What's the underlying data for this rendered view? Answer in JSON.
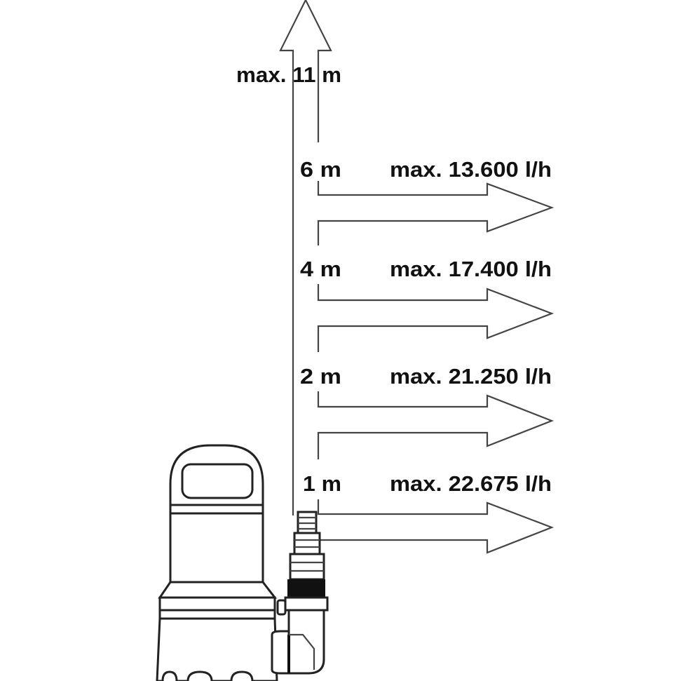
{
  "max_height_label": "max. 11 m",
  "levels": [
    {
      "height": "6 m",
      "flow": "max. 13.600 l/h"
    },
    {
      "height": "4 m",
      "flow": "max. 17.400 l/h"
    },
    {
      "height": "2 m",
      "flow": "max. 21.250 l/h"
    },
    {
      "height": "1 m",
      "flow": "max. 22.675 l/h"
    }
  ]
}
